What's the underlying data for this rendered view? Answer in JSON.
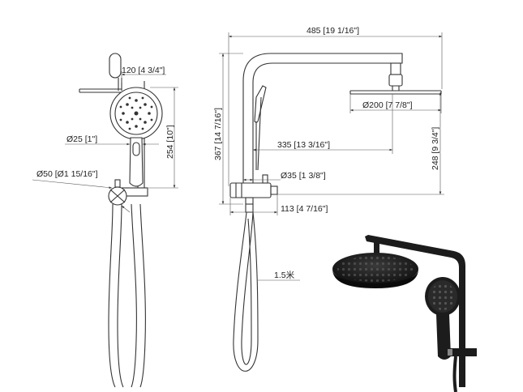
{
  "dimensions": {
    "total_width": "485 [19 1/16\"]",
    "handset_head": "120 [4 3/4\"]",
    "holder_height": "254 [10\"]",
    "handle_dia": "Ø25 [1\"]",
    "bracket_dia": "Ø50 [Ø1 15/16\"]",
    "riser_height": "367 [14 7/16\"]",
    "rain_head_dia": "Ø200 [7 7/8\"]",
    "arm_reach": "335 [13 3/16\"]",
    "head_drop": "248 [9 3/4\"]",
    "pipe_dia": "Ø35 [1 3/8\"]",
    "wall_offset": "113 [4 7/16\"]",
    "hose_length": "1.5米"
  },
  "colors": {
    "line": "#333333",
    "product_black": "#1c1c1c"
  }
}
